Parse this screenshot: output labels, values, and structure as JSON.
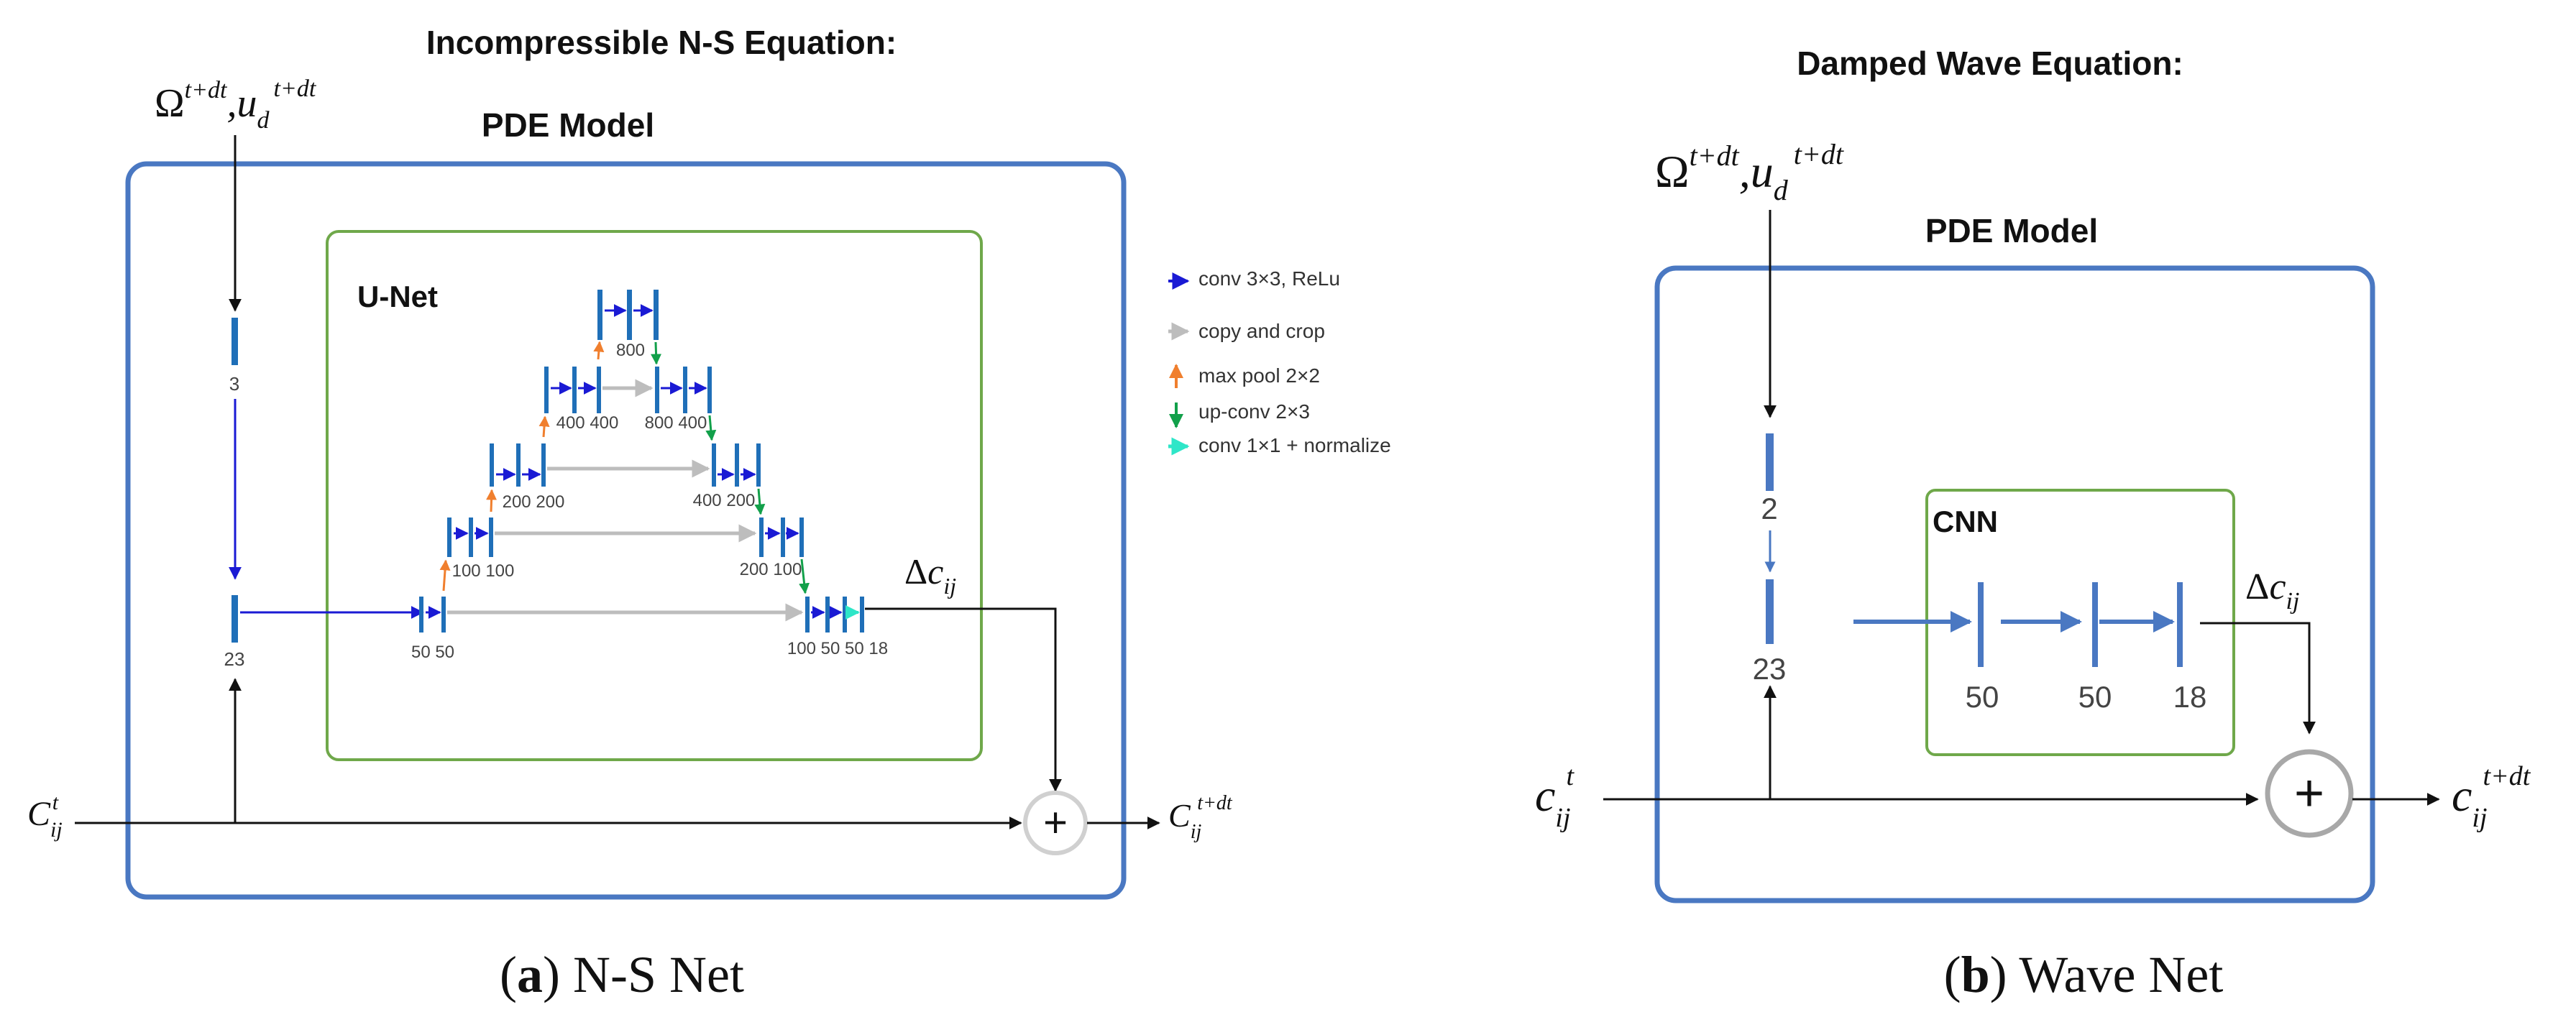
{
  "panel_a": {
    "title": "Incompressible N-S Equation:",
    "model_label": "PDE Model",
    "unet_label": "U-Net",
    "input_top": "Ω^{t+dt}, u_d^{t+dt}",
    "input_left": "C_ij^t",
    "output": "C_ij^{t+dt}",
    "delta": "Δc_ij",
    "channels": {
      "in_top": "3",
      "in_merge": "23",
      "l1_in": "50 50",
      "l1_out": "100 50 50 18",
      "l2_in": "100 100",
      "l2_out": "200 100",
      "l3_in": "200 200",
      "l3_out": "400 200",
      "l4_in": "400 400",
      "l4_out": "800 400",
      "bottom": "800"
    },
    "caption_letter": "a",
    "caption_text": "N-S Net"
  },
  "legend": {
    "items": [
      {
        "label": "conv 3×3, ReLu",
        "color": "#1a1ad4",
        "icon": "arrow-right-icon"
      },
      {
        "label": "copy and crop",
        "color": "#bdbdbd",
        "icon": "arrow-right-icon"
      },
      {
        "label": "max pool 2×2",
        "color": "#f07f2e",
        "icon": "arrow-up-icon"
      },
      {
        "label": "up-conv 2×3",
        "color": "#12a04a",
        "icon": "arrow-down-icon"
      },
      {
        "label": "conv 1×1 + normalize",
        "color": "#2ee6c8",
        "icon": "arrow-right-icon"
      }
    ]
  },
  "panel_b": {
    "title": "Damped Wave Equation:",
    "model_label": "PDE Model",
    "cnn_label": "CNN",
    "input_top": "Ω^{t+dt}, u_d^{t+dt}",
    "input_left": "c_ij^t",
    "output": "c_ij^{t+dt}",
    "delta": "Δc_ij",
    "channels": {
      "in_top": "2",
      "in_merge": "23",
      "c1": "50",
      "c2": "50",
      "c3": "18"
    },
    "caption_letter": "b",
    "caption_text": "Wave Net"
  },
  "colors": {
    "outer_box": "#4a78c2",
    "inner_box": "#6fa84a",
    "feature_bar": "#1f6fb8",
    "conv_arrow": "#1a1ad4",
    "copy_arrow": "#bdbdbd",
    "pool_arrow": "#f07f2e",
    "upconv_arrow": "#12a04a",
    "norm_arrow": "#2ee6c8",
    "wave_arrow": "#4a78c2"
  }
}
